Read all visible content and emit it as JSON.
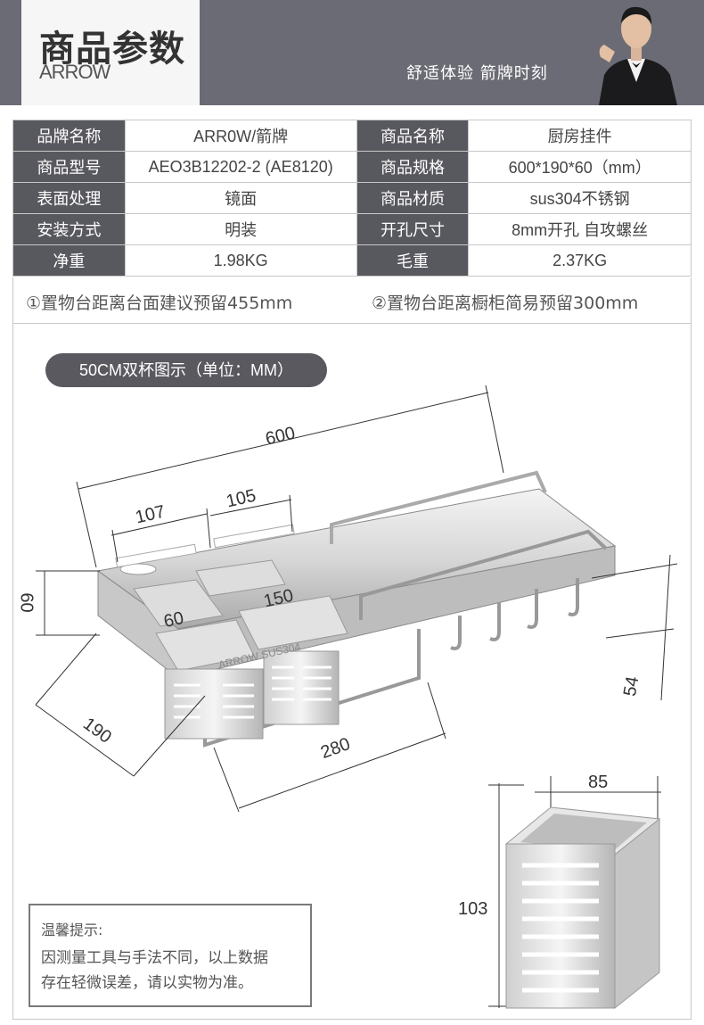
{
  "header": {
    "title": "商品参数",
    "subtitle": "ARROW",
    "slogan": "舒适体验  箭牌时刻"
  },
  "specs": {
    "rows": [
      {
        "k1": "品牌名称",
        "v1": "ARR0W/箭牌",
        "k2": "商品名称",
        "v2": "厨房挂件"
      },
      {
        "k1": "商品型号",
        "v1": "AEO3B12202-2 (AE8120)",
        "k2": "商品规格",
        "v2": "600*190*60（mm）"
      },
      {
        "k1": "表面处理",
        "v1": "镜面",
        "k2": "商品材质",
        "v2": "sus304不锈钢"
      },
      {
        "k1": "安装方式",
        "v1": "明装",
        "k2": "开孔尺寸",
        "v2": "8mm开孔 自攻螺丝"
      },
      {
        "k1": "净重",
        "v1": "1.98KG",
        "k2": "毛重",
        "v2": "2.37KG"
      }
    ]
  },
  "notes": {
    "note1": "①置物台距离台面建议预留455mm",
    "note2": "②置物台距离橱柜简易预留300mm"
  },
  "diagram": {
    "caption": "50CM双杯图示（单位：MM）",
    "dims": {
      "length": "600",
      "cup_left": "107",
      "cup_right": "105",
      "height": "60",
      "cup_depth": "60",
      "cup_w": "150",
      "depth": "190",
      "rod": "280",
      "hook": "54",
      "cup_width": "85",
      "cup_height": "103"
    },
    "product_label": "ARROW SUS304"
  },
  "tip": {
    "title": "温馨提示:",
    "line1": "因测量工具与手法不同，以上数据",
    "line2": "存在轻微误差，请以实物为准。"
  }
}
